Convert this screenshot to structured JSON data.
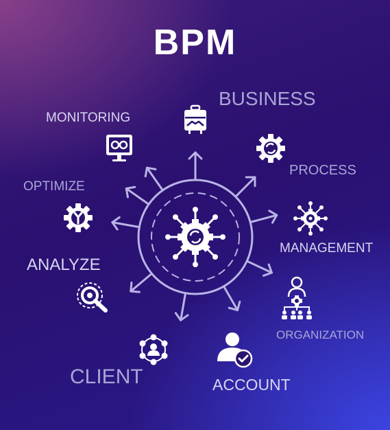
{
  "title": "BPM",
  "labels": {
    "business": "BUSINESS",
    "monitoring": "MONITORING",
    "process": "PROCESS",
    "optimize": "OPTIMIZE",
    "management": "MANAGEMENT",
    "analyze": "ANALYZE",
    "organization": "ORGANIZATION",
    "client": "CLIENT",
    "account": "ACCOUNT"
  },
  "icons": {
    "center": "gear-network-icon",
    "business": "briefcase-handshake-icon",
    "monitoring": "monitor-binoculars-icon",
    "process": "gear-refresh-icon",
    "optimize": "gear-wrench-icon",
    "management": "gear-network-icon",
    "analyze": "magnifier-target-icon",
    "organization": "org-chart-icon",
    "client": "user-network-icon",
    "account": "user-check-icon"
  },
  "colors": {
    "background": "#2a1070",
    "icon": "#ffffff",
    "label": "#a9a6d6",
    "ring": "#b9b4e6"
  }
}
